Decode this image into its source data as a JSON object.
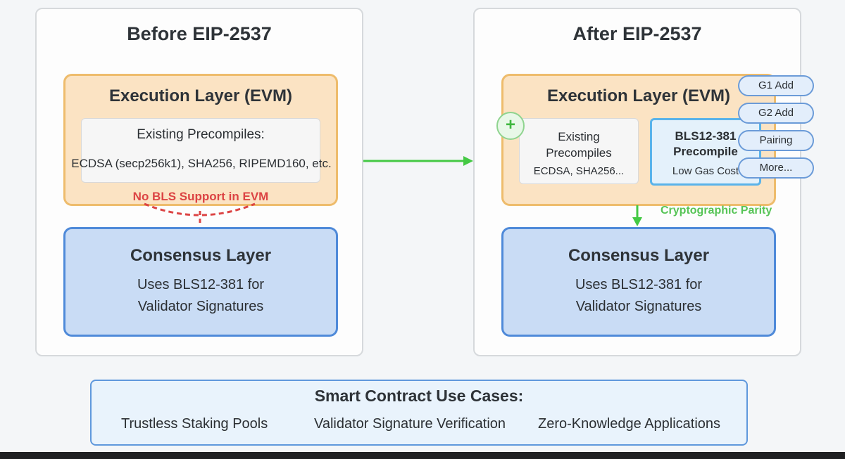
{
  "before": {
    "title": "Before EIP-2537",
    "execution_title": "Execution Layer (EVM)",
    "precompiles_title": "Existing Precompiles:",
    "precompiles_list": "ECDSA (secp256k1), SHA256, RIPEMD160, etc.",
    "warning": "No BLS Support in EVM",
    "consensus_title": "Consensus Layer",
    "consensus_line1": "Uses BLS12-381 for",
    "consensus_line2": "Validator Signatures"
  },
  "after": {
    "title": "After EIP-2537",
    "execution_title": "Execution Layer (EVM)",
    "plus_symbol": "+",
    "existing_line1": "Existing",
    "existing_line2": "Precompiles",
    "existing_sub": "ECDSA, SHA256...",
    "bls_line1": "BLS12-381",
    "bls_line2": "Precompile",
    "bls_sub": "Low Gas Cost",
    "operations": [
      "G1 Add",
      "G2 Add",
      "Pairing",
      "More..."
    ],
    "parity_label": "Cryptographic Parity",
    "consensus_title": "Consensus Layer",
    "consensus_line1": "Uses BLS12-381 for",
    "consensus_line2": "Validator Signatures"
  },
  "use_cases": {
    "title": "Smart Contract Use Cases:",
    "items": [
      "Trustless Staking Pools",
      "Validator Signature Verification",
      "Zero-Knowledge Applications"
    ]
  },
  "colors": {
    "execution_fill": "#fbe3c3",
    "execution_border": "#eebc6c",
    "consensus_fill": "#c9dcf5",
    "consensus_border": "#4f8ad9",
    "warning": "#dc4444",
    "arrow_green": "#44c944"
  }
}
